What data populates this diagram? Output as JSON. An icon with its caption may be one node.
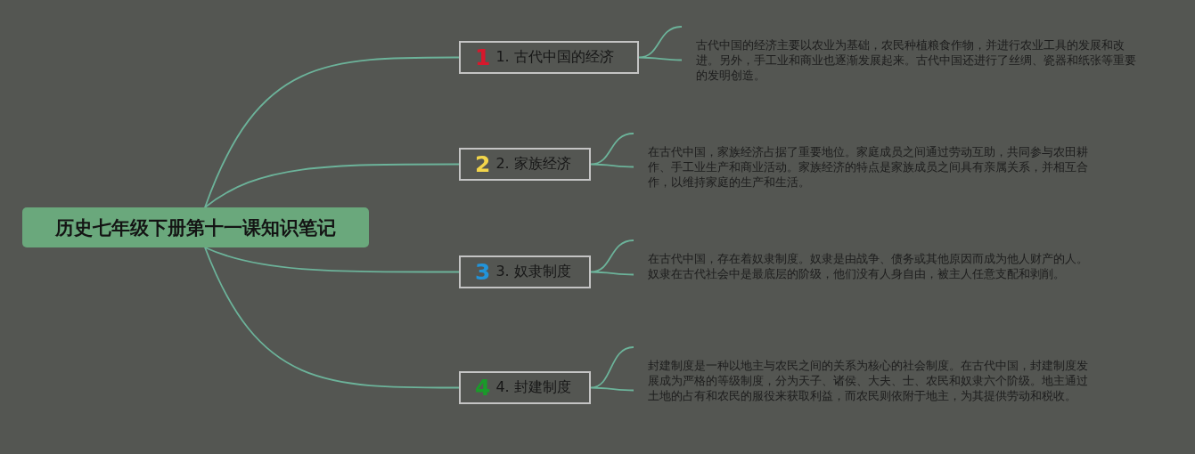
{
  "diagram": {
    "nodes": [
      {
        "text": [
          "历史七年级下册第十一课知识笔记"
        ]
      },
      {
        "text": [
          "1",
          "1. 古代中国的经济"
        ]
      },
      {
        "text": [
          "古代中国的经济主要以农业为基础，农民种植粮食作物，并进行农业工具的发展和改进。另外，手工业和商业也逐渐发展起来。古代中国还进行了丝绸、瓷器和纸张等重要的发明创造。"
        ]
      },
      {
        "text": [
          "2",
          "2. 家族经济"
        ]
      },
      {
        "text": [
          "在古代中国，家族经济占据了重要地位。家庭成员之间通过劳动互助，共同参与农田耕作、手工业生产和商业活动。家族经济的特点是家族成员之间具有亲属关系，并相互合作，以维持家庭的生产和生活。"
        ]
      },
      {
        "text": [
          "3",
          "3. 奴隶制度"
        ]
      },
      {
        "text": [
          "在古代中国，存在着奴隶制度。奴隶是由战争、债务或其他原因而成为他人财产的人。奴隶在古代社会中是最底层的阶级，他们没有人身自由，被主人任意支配和剥削。"
        ]
      },
      {
        "text": [
          "4",
          "4. 封建制度"
        ]
      },
      {
        "text": [
          "封建制度是一种以地主与农民之间的关系为核心的社会制度。在古代中国，封建制度发展成为严格的等级制度，分为天子、诸侯、大夫、士、农民和奴隶六个阶级。地主通过土地的占有和农民的服役来获取利益，而农民则依附于地主，为其提供劳动和税收。"
        ]
      }
    ],
    "edges": [
      {
        "from": 0,
        "to": 1,
        "arrow": "none"
      },
      {
        "from": 0,
        "to": 3,
        "arrow": "none"
      },
      {
        "from": 0,
        "to": 5,
        "arrow": "none"
      },
      {
        "from": 0,
        "to": 7,
        "arrow": "none"
      },
      {
        "from": 1,
        "to": 2,
        "arrow": "none"
      },
      {
        "from": 3,
        "to": 4,
        "arrow": "none"
      },
      {
        "from": 5,
        "to": 6,
        "arrow": "none"
      },
      {
        "from": 7,
        "to": 8,
        "arrow": "none"
      }
    ]
  }
}
